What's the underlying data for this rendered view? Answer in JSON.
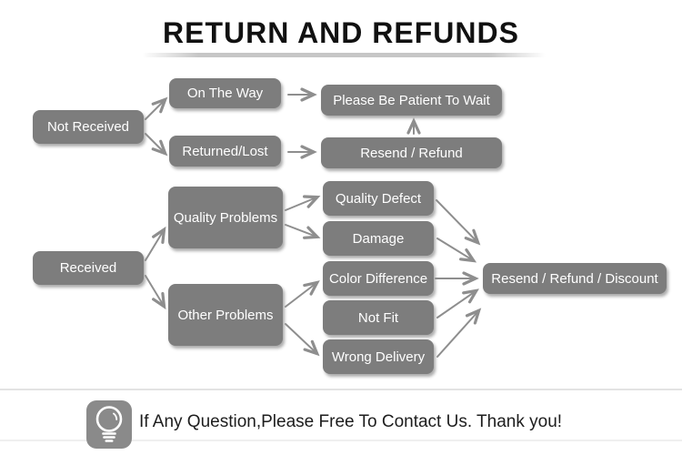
{
  "title": "RETURN AND REFUNDS",
  "nodes": {
    "not_received": {
      "label": "Not Received"
    },
    "on_the_way": {
      "label": "On The Way"
    },
    "returned_lost": {
      "label": "Returned/Lost"
    },
    "please_wait": {
      "label": "Please Be Patient To Wait"
    },
    "resend_refund": {
      "label": "Resend / Refund"
    },
    "received": {
      "label": "Received"
    },
    "quality_problems": {
      "label": "Quality Problems"
    },
    "other_problems": {
      "label": "Other Problems"
    },
    "quality_defect": {
      "label": "Quality Defect"
    },
    "damage": {
      "label": "Damage"
    },
    "color_difference": {
      "label": "Color Difference"
    },
    "not_fit": {
      "label": "Not Fit"
    },
    "wrong_delivery": {
      "label": "Wrong Delivery"
    },
    "resend_refund_discount": {
      "label": "Resend / Refund / Discount"
    }
  },
  "edges": [
    {
      "from": "Not Received",
      "to": "On The Way"
    },
    {
      "from": "Not Received",
      "to": "Returned/Lost"
    },
    {
      "from": "On The Way",
      "to": "Please Be Patient To Wait"
    },
    {
      "from": "Returned/Lost",
      "to": "Resend / Refund"
    },
    {
      "from": "Resend / Refund",
      "to": "Please Be Patient To Wait"
    },
    {
      "from": "Received",
      "to": "Quality Problems"
    },
    {
      "from": "Received",
      "to": "Other Problems"
    },
    {
      "from": "Quality Problems",
      "to": "Quality Defect"
    },
    {
      "from": "Quality Problems",
      "to": "Damage"
    },
    {
      "from": "Other Problems",
      "to": "Color Difference"
    },
    {
      "from": "Other Problems",
      "to": "Wrong Delivery"
    },
    {
      "from": "Quality Defect",
      "to": "Resend / Refund / Discount"
    },
    {
      "from": "Damage",
      "to": "Resend / Refund / Discount"
    },
    {
      "from": "Color Difference",
      "to": "Resend / Refund / Discount"
    },
    {
      "from": "Not Fit",
      "to": "Resend / Refund / Discount"
    },
    {
      "from": "Wrong Delivery",
      "to": "Resend / Refund / Discount"
    }
  ],
  "footer": {
    "message": "If Any Question,Please Free To Contact Us. Thank you!",
    "icon": "lightbulb-icon"
  },
  "colors": {
    "node_bg": "#7d7d7d",
    "node_text": "#ffffff",
    "arrow": "#8e8e8e",
    "title_text": "#111111",
    "title_underline": "#c6c6c6",
    "divider": "#e3e3e3",
    "icon_bg": "#8a8a8a",
    "footer_text": "#1d1d1d"
  }
}
